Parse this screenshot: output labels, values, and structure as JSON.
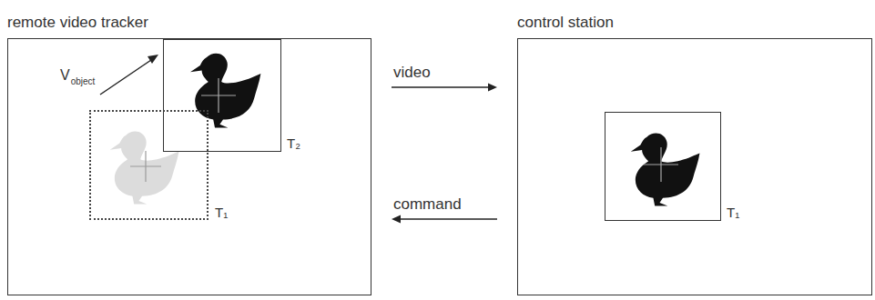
{
  "diagram": {
    "nodes": [
      {
        "text": [
          "remote video tracker"
        ]
      },
      {
        "text": [
          "T₂"
        ],
        "in": 0
      },
      {
        "text": [
          "T₁"
        ],
        "in": 0
      },
      {
        "text": [
          "control station"
        ]
      },
      {
        "text": [
          "T₁"
        ],
        "in": 3
      }
    ],
    "edges": [
      {
        "from": 0,
        "to": 3,
        "arrow": "to",
        "label": "video"
      },
      {
        "from": 3,
        "to": 0,
        "arrow": "to",
        "label": "command"
      }
    ],
    "labels": [
      "V",
      "object"
    ]
  }
}
